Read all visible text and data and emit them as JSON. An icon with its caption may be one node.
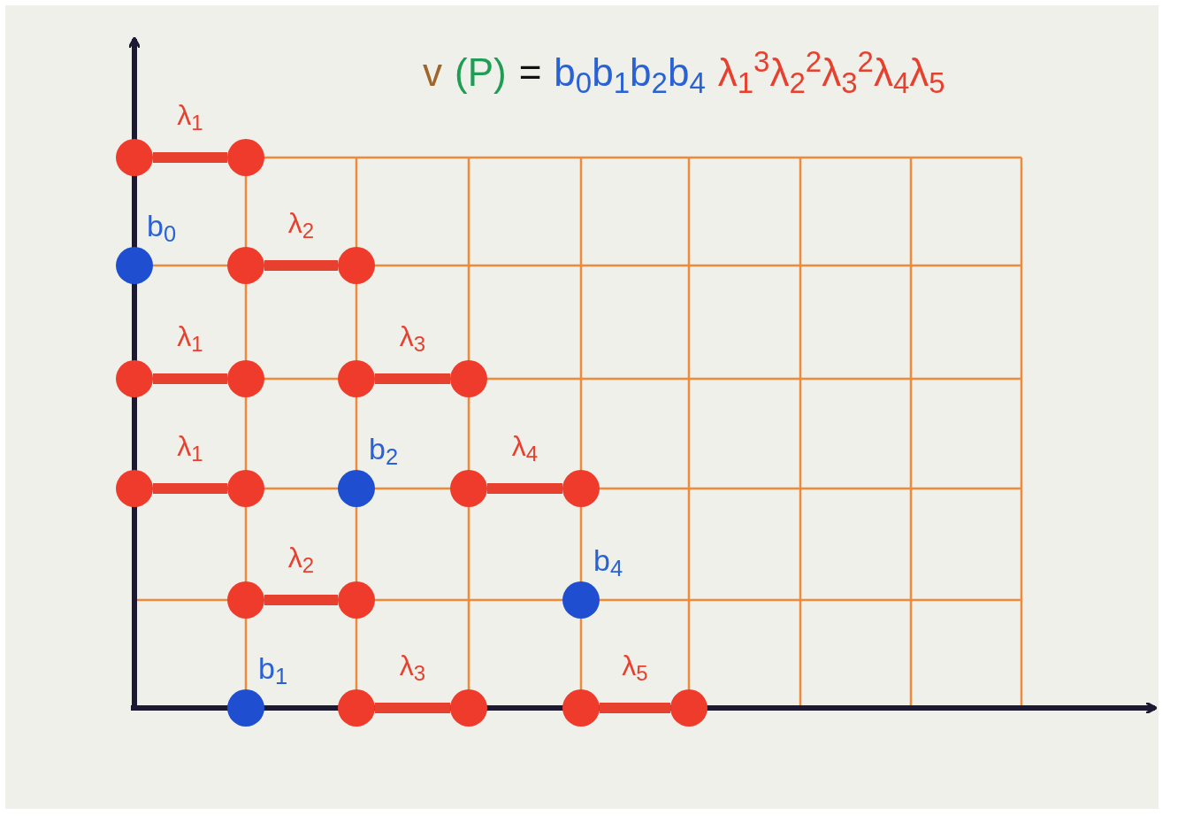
{
  "diagram": {
    "nodes": [
      {
        "text": [],
        "shape": "circle"
      },
      {
        "text": [],
        "shape": "circle"
      },
      {
        "text": [],
        "shape": "circle",
        "beside": [
          "b$_{0}$"
        ]
      },
      {
        "text": [],
        "shape": "circle"
      },
      {
        "text": [],
        "shape": "circle"
      },
      {
        "text": [],
        "shape": "circle"
      },
      {
        "text": [],
        "shape": "circle"
      },
      {
        "text": [],
        "shape": "circle"
      },
      {
        "text": [],
        "shape": "circle"
      },
      {
        "text": [],
        "shape": "circle"
      },
      {
        "text": [],
        "shape": "circle"
      },
      {
        "text": [],
        "shape": "circle",
        "beside": [
          "b$_{2}$"
        ]
      },
      {
        "text": [],
        "shape": "circle"
      },
      {
        "text": [],
        "shape": "circle"
      },
      {
        "text": [],
        "shape": "circle"
      },
      {
        "text": [],
        "shape": "circle"
      },
      {
        "text": [],
        "shape": "circle",
        "beside": [
          "b$_{4}$"
        ]
      },
      {
        "text": [],
        "shape": "circle",
        "beside": [
          "b$_{1}$"
        ]
      },
      {
        "text": [],
        "shape": "circle"
      },
      {
        "text": [],
        "shape": "circle"
      },
      {
        "text": [],
        "shape": "circle"
      },
      {
        "text": [],
        "shape": "circle"
      }
    ],
    "edges": [
      {
        "from": 0,
        "to": 1,
        "arrow": "none",
        "label": "λ$_{1}$"
      },
      {
        "from": 3,
        "to": 4,
        "arrow": "none",
        "label": "λ$_{2}$"
      },
      {
        "from": 5,
        "to": 6,
        "arrow": "none",
        "label": "λ$_{1}$"
      },
      {
        "from": 7,
        "to": 8,
        "arrow": "none",
        "label": "λ$_{3}$"
      },
      {
        "from": 9,
        "to": 10,
        "arrow": "none",
        "label": "λ$_{1}$"
      },
      {
        "from": 12,
        "to": 13,
        "arrow": "none",
        "label": "λ$_{4}$"
      },
      {
        "from": 14,
        "to": 15,
        "arrow": "none",
        "label": "λ$_{2}$"
      },
      {
        "from": 18,
        "to": 19,
        "arrow": "none",
        "label": "λ$_{3}$"
      },
      {
        "from": 20,
        "to": 21,
        "arrow": "none",
        "label": "λ$_{5}$"
      }
    ],
    "labels": [
      "v",
      "(P)",
      "=",
      "b$_{0}$b$_{1}$b$_{2}$b$_{4}$",
      "λ$_{1}$$^{3}$λ$_{2}$$^{2}$λ$_{3}$$^{2}$λ$_{4}$λ$_{5}$"
    ]
  }
}
